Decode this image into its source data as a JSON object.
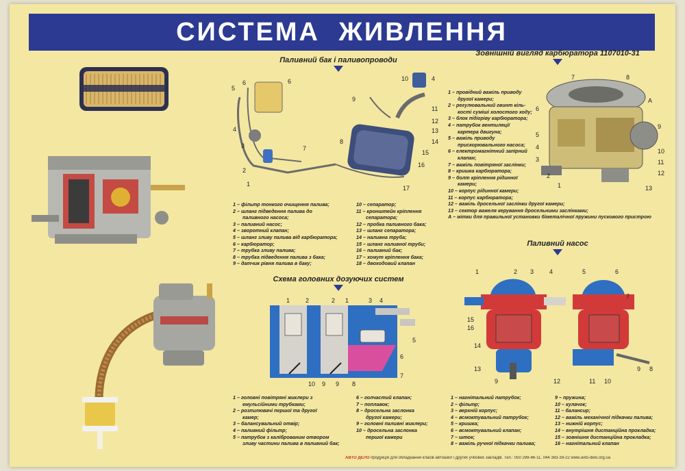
{
  "poster": {
    "title": "СИСТЕМА ЖИВЛЕННЯ",
    "sections": {
      "fuel_tank": {
        "title": "Паливний бак і паливопроводи"
      },
      "carburetor": {
        "title": "Зовнішній вигляд карбюратора 1107010-31"
      },
      "dosing": {
        "title": "Схема головних дозуючих систем"
      },
      "pump": {
        "title": "Паливний насос"
      }
    },
    "legends": {
      "fuel_tank_col1": [
        "1 – фільтр тонкого очищення палива;",
        "2 – шланг підведення палива до",
        "паливного насоса;",
        "3 – паливний насос;",
        "4 – зворотний клапан;",
        "5 – шланг зливу палива від карбюратора;",
        "6 – карбюратор;",
        "7 – трубка зливу палива;",
        "8 – трубка підведення палива з бака;",
        "9 – датчик рівня палива в баку;"
      ],
      "fuel_tank_col2": [
        "10 – сепаратор;",
        "11 – кронштейн кріплення",
        "сепаратора;",
        "12 – пробка паливного бака;",
        "13 – шланг сепаратора;",
        "14 – наливна труба;",
        "15 – шланг наливної труби;",
        "16 – паливний бак;",
        "17 – хомут кріплення бака;",
        "18 – двоходовий клапан"
      ],
      "carburetor": [
        "1 – провідний важіль приводу",
        "другої камери;",
        "2 – регулювальний гвинт кіль-",
        "кості суміші холостого ходу;",
        "3 – блок підігріву карбюратора;",
        "4 – патрубок вентиляції",
        "картера двигуна;",
        "5 – важіль приводу",
        "прискорювального насоса;",
        "6 – електромагнітний запірний",
        "клапан;",
        "7 – важіль повітряної заслінки;",
        "8 – кришка карбюратора;",
        "9 – болт кріплення рідинної",
        "камери;",
        "10 – корпус рідинної камери;",
        "11 – корпус карбюратора;",
        "12 – важіль дросельної заслінки другої камери;",
        "13 – сектор важеля керування дросельними заслінками;",
        "А – мітки для правильної установки біметалічної пружини пускового пристрою"
      ],
      "dosing_col1": [
        "1 – головні повітряні жиклери з",
        "емульсійними трубками;",
        "2 – розпилювачі першої та другої",
        "камер;",
        "3 – балансувальний отвір;",
        "4 – паливний фільтр;",
        "5 – патрубок з каліброваним отвором",
        "зливу частини палива в паливний бак;"
      ],
      "dosing_col2": [
        "6 – голчастий клапан;",
        "7 – поплавок;",
        "8 – дросельна заслонка",
        "другої камери;",
        "9 – головні паливні жиклери;",
        "10 – дросельна заслонка",
        "першої камери"
      ],
      "pump_col1": [
        "1 – нагнітальний патрубок;",
        "2 – фільтр;",
        "3 – верхній корпус;",
        "4 – всмоктувальний патрубок;",
        "5 – кришка;",
        "6 – всмоктувальний клапан;",
        "7 – шток;",
        "8 – важіль ручної підкачки палива;"
      ],
      "pump_col2": [
        "9 – пружина;",
        "10 – кулачок;",
        "11 – балансир;",
        "12 – важіль механічної підкачки палива;",
        "13 – нижній корпус;",
        "14 – внутрішня дистанційна прокладка;",
        "15 – зовнішня дистанційна прокладка;",
        "16 – нагнітальний клапан"
      ]
    },
    "footer": {
      "brand": "АВТО ДЕЛО",
      "text": "продукція для обладнання класів автошкіл і других учбових закладів.  Тел.: 050 298-86-11, 044 383-39-22   www.avto-delo.org.ua"
    },
    "colors": {
      "board": "#f3e7a2",
      "title_bar": "#2c3a92",
      "diagram_blue": "#2f6fc2",
      "diagram_red": "#d23a3a",
      "diagram_magenta": "#d94f9e",
      "part_metal": "#a7a7a2"
    }
  }
}
